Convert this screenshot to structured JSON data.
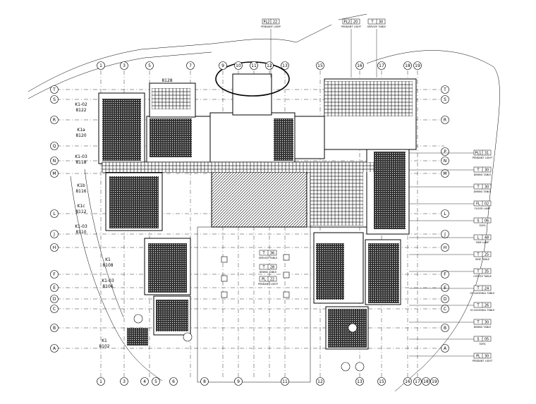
{
  "columns_top": [
    "1",
    "3",
    "5",
    "7",
    "9",
    "10",
    "11",
    "12",
    "13",
    "15",
    "16",
    "17",
    "18",
    "19"
  ],
  "columns_bottom": [
    "1",
    "3",
    "4",
    "5",
    "6",
    "8",
    "9",
    "11",
    "12",
    "13",
    "15",
    "16",
    "17",
    "18",
    "19"
  ],
  "rows_left": [
    "T",
    "S",
    "R",
    "Q",
    "N",
    "M",
    "L",
    "J",
    "H",
    "F",
    "E",
    "D",
    "C",
    "B",
    "A"
  ],
  "rows_right": [
    "T",
    "S",
    "R",
    "P",
    "N",
    "M",
    "L",
    "J",
    "H",
    "F",
    "E",
    "D",
    "C",
    "B",
    "A"
  ],
  "rooms": [
    {
      "name": "K1-02",
      "code": "8122"
    },
    {
      "name": "K1a",
      "code": "8120"
    },
    {
      "name": "K1-03",
      "code": "8118"
    },
    {
      "name": "K1b",
      "code": "8116"
    },
    {
      "name": "K1c",
      "code": "8112"
    },
    {
      "name": "K1-03",
      "code": "8110"
    },
    {
      "name": "K1",
      "code": "8108"
    },
    {
      "name": "K1-03",
      "code": "8106"
    },
    {
      "name": "K1",
      "code": "8102"
    }
  ],
  "top_room_code": "8128",
  "top_tags": [
    {
      "code": "PL2",
      "no": "22",
      "desc": "PENDANT LAMP"
    },
    {
      "code": "PL2",
      "no": "20",
      "desc": "PENDANT LIGHT"
    },
    {
      "code": "T",
      "no": "30",
      "desc": "SERVICE TABLE"
    }
  ],
  "right_tags": [
    {
      "code": "PL1",
      "no": "31",
      "desc": "PENDANT LIGHT"
    },
    {
      "code": "T",
      "no": "30",
      "desc": "DINING TABLE"
    },
    {
      "code": "T",
      "no": "30",
      "desc": "DINING TABLE"
    },
    {
      "code": "FL",
      "no": "02",
      "desc": "FLOOR LAMP"
    },
    {
      "code": "S",
      "no": "06",
      "desc": "SOFA"
    },
    {
      "code": "L",
      "no": "48",
      "desc": "SIDE LAMP"
    },
    {
      "code": "T",
      "no": "25",
      "desc": "SIDE TABLE"
    },
    {
      "code": "T",
      "no": "35",
      "desc": "COFFEE TABLE"
    },
    {
      "code": "T",
      "no": "24",
      "desc": "OCCASIONAL TABLE"
    },
    {
      "code": "T",
      "no": "26",
      "desc": "OCCASIONAL TABLE"
    },
    {
      "code": "T",
      "no": "30",
      "desc": "DINING TABLE"
    },
    {
      "code": "S",
      "no": "05",
      "desc": "SOFA"
    },
    {
      "code": "PL",
      "no": "30",
      "desc": "PENDANT LIGHT"
    }
  ],
  "mid_tags": [
    {
      "code": "T",
      "no": "36",
      "desc": "SERVICE TABLE"
    },
    {
      "code": "T",
      "no": "28",
      "desc": "DINING TABLE"
    },
    {
      "code": "PL",
      "no": "22",
      "desc": "PENDANT LIGHT"
    }
  ]
}
